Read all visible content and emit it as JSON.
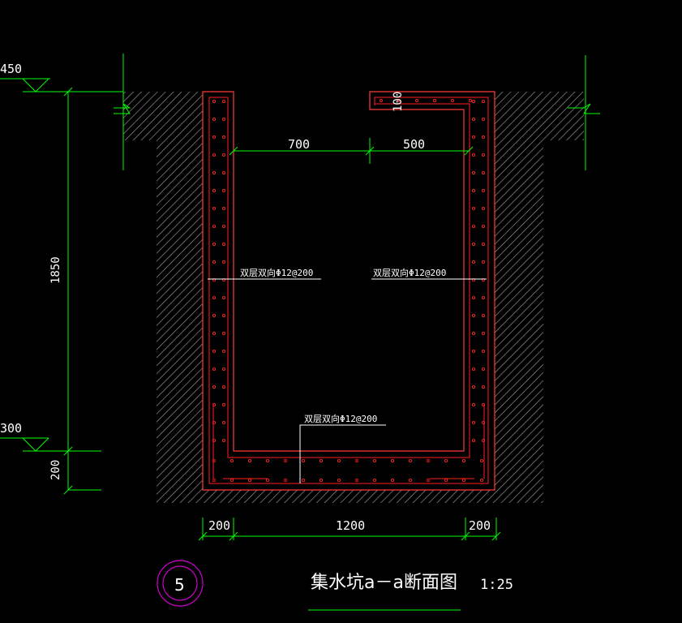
{
  "levels": {
    "top": "450",
    "bottom": "300"
  },
  "dimensions": {
    "height_total": "1850",
    "height_slab": "200",
    "opening_width": "700",
    "cover_width": "500",
    "cover_thickness": "100",
    "wall_left": "200",
    "inner_width": "1200",
    "wall_right": "200"
  },
  "notes": {
    "wall_left": "双层双向Φ12@200",
    "wall_right": "双层双向Φ12@200",
    "slab": "双层双向Φ12@200"
  },
  "detail_number": "5",
  "title": "集水坑a－a断面图",
  "scale": "1:25",
  "colors": {
    "background": "#000000",
    "concrete": "#ff3b3b",
    "rebar": "#ff2020",
    "dimension": "#00ff00",
    "leader": "#ffffff",
    "soil": "#9a9a9a",
    "circle": "#d000d0"
  }
}
